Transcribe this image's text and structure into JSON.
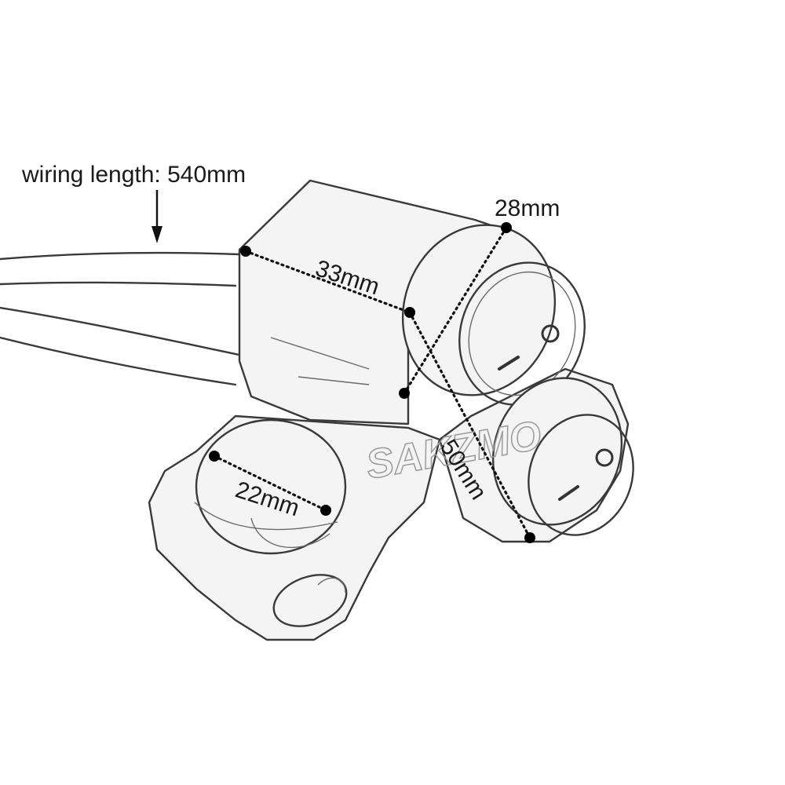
{
  "annotations": {
    "wiring_length": "wiring length: 540mm",
    "dim_top": "28mm",
    "dim_body_width": "33mm",
    "dim_height": "50mm",
    "dim_clamp": "22mm"
  },
  "switch_symbols": {
    "on": "I",
    "off": "O"
  },
  "watermark": "SAKZMO",
  "colors": {
    "line": "#3a3a3a",
    "dimension": "#111111",
    "background": "#ffffff"
  }
}
